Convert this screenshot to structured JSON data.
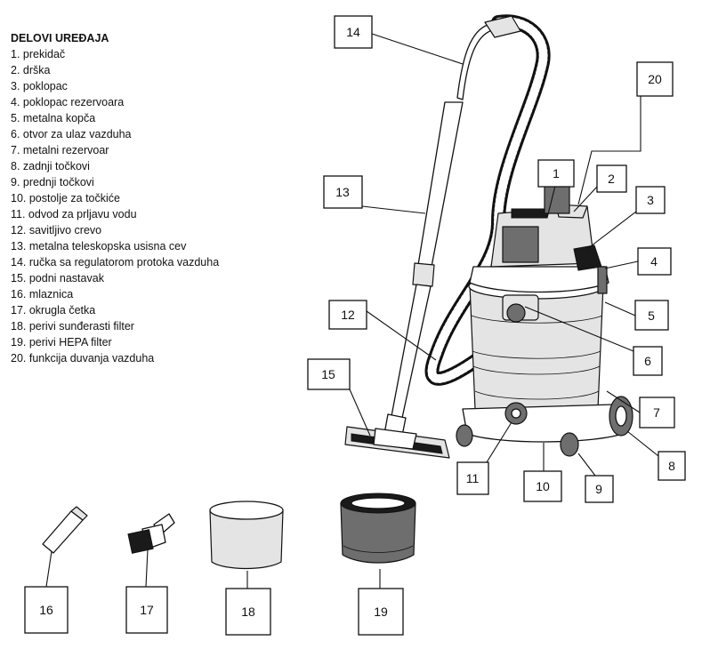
{
  "legend": {
    "title": "DELOVI UREĐAJA",
    "items": [
      "1. prekidač",
      "2. drška",
      "3. poklopac",
      "4. poklopac rezervoara",
      "5. metalna kopča",
      "6. otvor za ulaz vazduha",
      "7. metalni rezervoar",
      "8. zadnji točkovi",
      "9. prednji točkovi",
      "10. postolje za točkiće",
      "11. odvod za prljavu vodu",
      "12. savitljivo crevo",
      "13. metalna teleskopska usisna cev",
      "14. ručka sa regulatorom protoka vazduha",
      "15. podni nastavak",
      "16. mlaznica",
      "17. okrugla četka",
      "18. perivi sunđerasti filter",
      "19. perivi HEPA filter",
      "20. funkcija duvanja vazduha"
    ]
  },
  "callouts": [
    "1",
    "2",
    "3",
    "4",
    "5",
    "6",
    "7",
    "8",
    "9",
    "10",
    "11",
    "12",
    "13",
    "14",
    "15",
    "16",
    "17",
    "18",
    "19",
    "20"
  ]
}
